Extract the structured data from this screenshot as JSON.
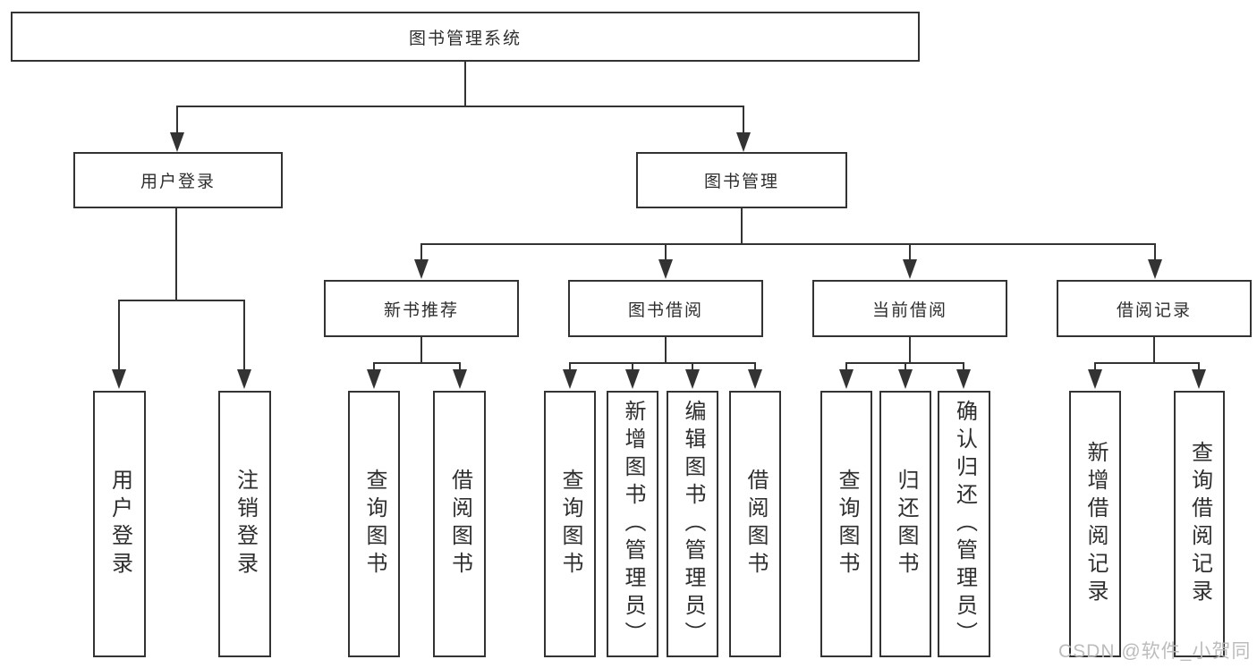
{
  "nodes": {
    "root": "图书管理系统",
    "login": "用户登录",
    "management": "图书管理",
    "new_book": "新书推荐",
    "borrow": "图书借阅",
    "current": "当前借阅",
    "record": "借阅记录",
    "leaves": {
      "login": [
        "用户登录",
        "注销登录"
      ],
      "new_book": [
        "查询图书",
        "借阅图书"
      ],
      "borrow": [
        "查询图书",
        "新增图书（管理员）",
        "编辑图书（管理员）",
        "借阅图书"
      ],
      "current": [
        "查询图书",
        "归还图书",
        "确认归还（管理员）"
      ],
      "record": [
        "新增借阅记录",
        "查询借阅记录"
      ]
    }
  },
  "watermark": "CSDN @软件_小贺同学",
  "colors": {
    "line": "#333333",
    "text": "#2e2e2e",
    "background": "#ffffff",
    "watermark": "#b9b9b9"
  }
}
